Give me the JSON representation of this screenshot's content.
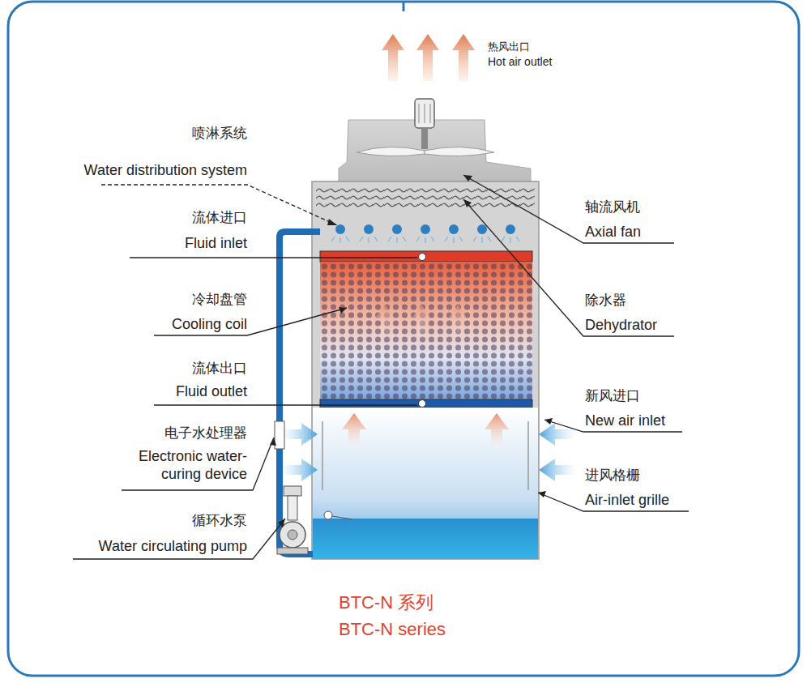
{
  "diagram": {
    "caption": "BTC-N 系列",
    "labels": [
      "热风出口",
      "Hot air outlet",
      "喷淋系统",
      "Water distribution system",
      "流体进口",
      "Fluid inlet",
      "冷却盘管",
      "Cooling coil",
      "流体出口",
      "Fluid outlet",
      "电子水处理器",
      "Electronic water- curing device",
      "循环水泵",
      "Water circulating pump",
      "轴流风机",
      "Axial fan",
      "除水器",
      "Dehydrator",
      "新风进口",
      "New air inlet",
      "进风格栅",
      "Air-inlet grille",
      "BTC-N series"
    ]
  }
}
